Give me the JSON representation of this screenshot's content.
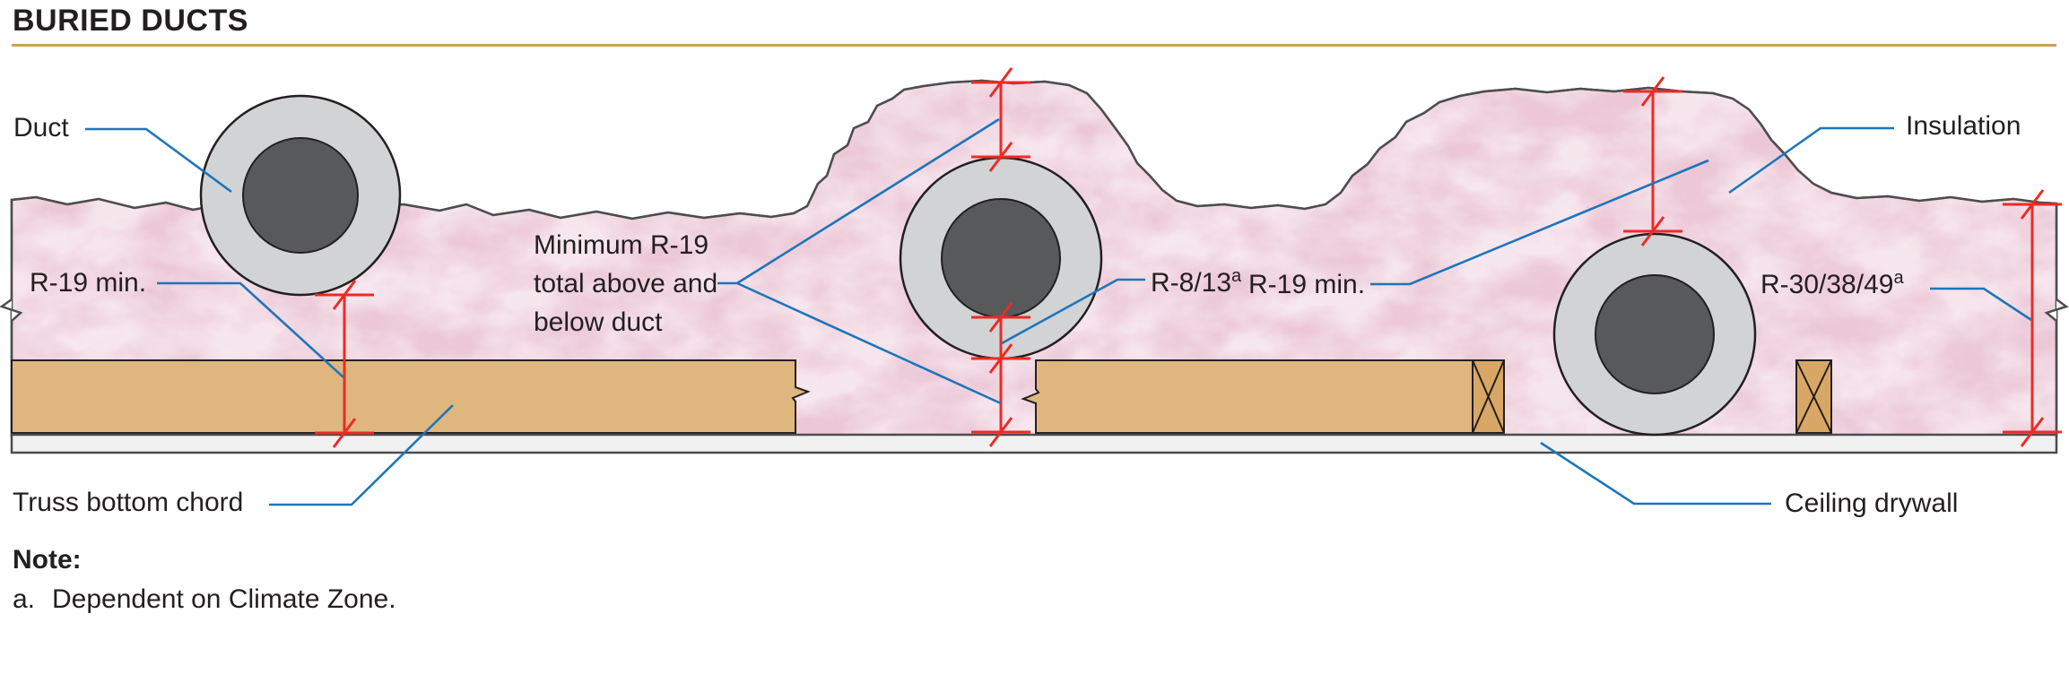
{
  "header": {
    "title": "BURIED DUCTS"
  },
  "labels": {
    "duct": "Duct",
    "r19_left": "R-19 min.",
    "min_r19": "Minimum R-19\ntotal above and\nbelow duct",
    "r8_13": "R-8/13",
    "r8_13_sup": "a",
    "r19_right": "R-19 min.",
    "insulation": "Insulation",
    "r30_38_49": "R-30/38/49",
    "r30_38_49_sup": "a",
    "truss": "Truss bottom chord",
    "ceiling": "Ceiling drywall"
  },
  "note": {
    "title": "Note:",
    "items": [
      {
        "marker": "a.",
        "text": "Dependent on Climate Zone."
      }
    ]
  },
  "colors": {
    "accent_gold": "#cfa052",
    "text_dark": "#231f20",
    "outline_gray": "#4d4d4f",
    "insulation_pink": "#ecc7d6",
    "insulation_mottle": "#d9a9c1",
    "duct_jacket_gray": "#d2d3d5",
    "duct_dark_gray": "#58595b",
    "wood_tan": "#deb67e",
    "wood_cross": "#d9a765",
    "drywall_gray": "#f1f1f2",
    "leader_blue": "#1c75bb",
    "dimension_red": "#ee2a24"
  }
}
